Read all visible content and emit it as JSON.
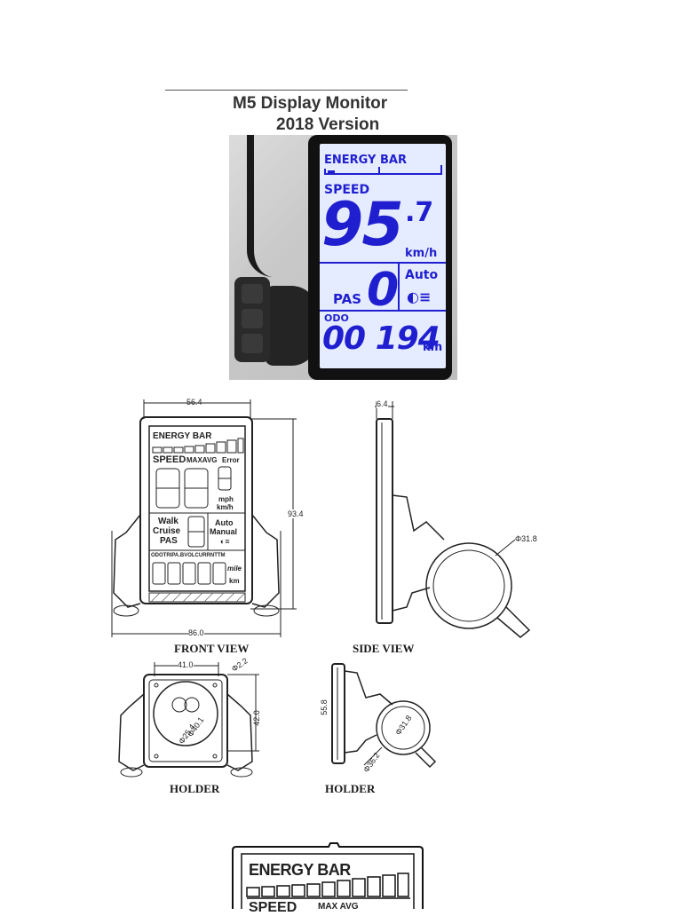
{
  "header": {
    "title_line1": "M5  Display Monitor",
    "title_line2": "2018 Version"
  },
  "photo_lcd": {
    "energy_bar_label": "ENERGY   BAR",
    "speed_label": "SPEED",
    "speed_value": "95",
    "speed_decimal": ".7",
    "speed_unit": "km/h",
    "pas_label": "PAS",
    "pas_value": "0",
    "auto_label": "Auto",
    "odo_label": "ODO",
    "odo_value": "00 194",
    "odo_unit": "km",
    "colors": {
      "lcd_text": "#1f1fd0",
      "lcd_bg": "#e6ecff"
    }
  },
  "front_view": {
    "width_dim": "56.4",
    "height_dim": "93.4",
    "bottom_dim": "86.0",
    "caption": "FRONT VIEW",
    "lcd_energy": "ENERGY   BAR",
    "lcd_speed": "SPEED",
    "lcd_maxavg": "MAXAVG",
    "lcd_error": "Error",
    "lcd_mph": "mph",
    "lcd_kmh": "km/h",
    "lcd_walk": "Walk",
    "lcd_cruise": "Cruise",
    "lcd_pas": "PAS",
    "lcd_auto": "Auto",
    "lcd_manual": "Manual",
    "lcd_odo_row": "ODOTRIPA.BVOLCURRNTTM",
    "lcd_mile": "mile",
    "lcd_km": "km"
  },
  "side_view": {
    "depth_dim": "6.4",
    "diameter_dim": "Φ31.8",
    "caption": "SIDE VIEW"
  },
  "holder_front": {
    "width_dim": "41.0",
    "hole_dim": "Φ2.2",
    "height_dim": "42.0",
    "inner_dim_1": "Φ40.1",
    "inner_dim_2": "Φ25.4",
    "caption": "HOLDER"
  },
  "holder_side": {
    "height_dim": "55.8",
    "diameter_dim": "Φ31.8",
    "outer_dim": "Φ36.2",
    "caption": "HOLDER"
  },
  "bottom_crop": {
    "energy_label": "ENERGY   BAR",
    "speed_label": "SPEED",
    "maxavg_label": "MAX AVG"
  }
}
